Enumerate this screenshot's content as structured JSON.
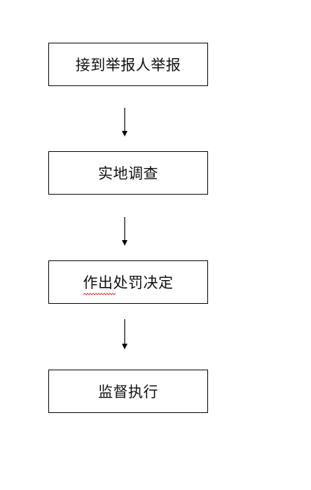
{
  "flowchart": {
    "steps": [
      {
        "label": "接到举报人举报"
      },
      {
        "label": "实地调查"
      },
      {
        "label": "作出处罚决定",
        "underlined_part": "作出"
      },
      {
        "label": "监督执行"
      }
    ],
    "colors": {
      "stroke": "#000000",
      "spellcheck_underline": "#e02020"
    }
  }
}
